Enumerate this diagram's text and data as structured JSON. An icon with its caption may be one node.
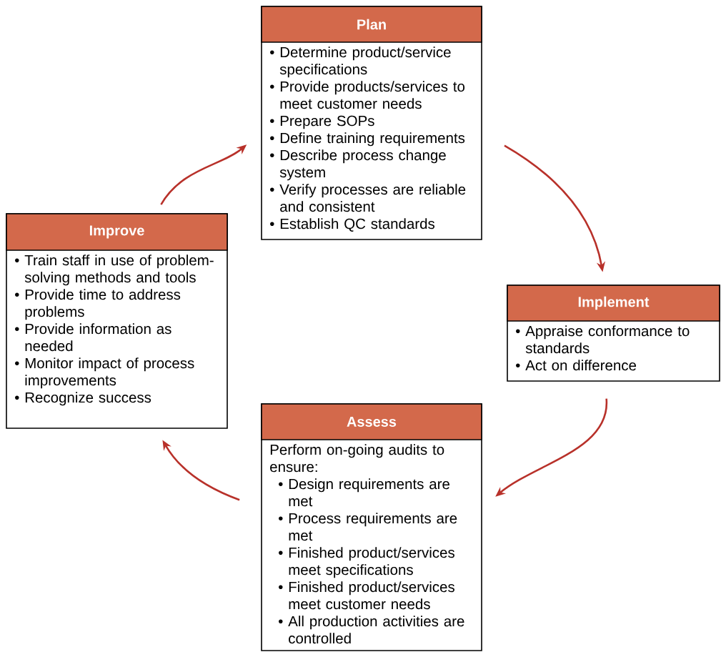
{
  "diagram": {
    "nodes": [
      {
        "text": [
          "Plan",
          "• Determine product/service specifications",
          "• Provide products/services to meet customer needs",
          "• Prepare SOPs",
          "• Define training requirements",
          "• Describe process change system",
          "• Verify processes are reliable and consistent",
          "• Establish QC standards"
        ]
      },
      {
        "text": [
          "Implement",
          "• Appraise conformance to standards",
          "• Act on difference"
        ]
      },
      {
        "text": [
          "Assess",
          "Perform on-going audits to ensure:",
          "• Design requirements are met",
          "• Process requirements are met",
          "• Finished product/services meet specifications",
          "• Finished product/services meet customer needs",
          "• All production activities are controlled"
        ]
      },
      {
        "text": [
          "Improve",
          "• Train staff in use of problem-solving methods and tools",
          "• Provide time to address problems",
          "• Provide information as needed",
          "• Monitor impact of process improvements",
          "• Recognize success"
        ]
      }
    ],
    "edges": [
      {
        "from": 0,
        "to": 1,
        "arrow": "to"
      },
      {
        "from": 1,
        "to": 2,
        "arrow": "to"
      },
      {
        "from": 2,
        "to": 3,
        "arrow": "to"
      },
      {
        "from": 3,
        "to": 0,
        "arrow": "to"
      }
    ]
  }
}
